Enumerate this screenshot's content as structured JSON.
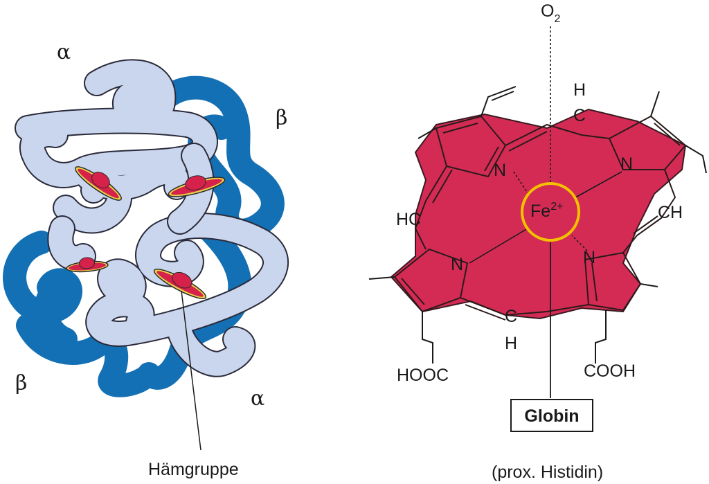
{
  "left_panel": {
    "label_alpha_top": "α",
    "label_beta_right": "β",
    "label_beta_left": "β",
    "label_alpha_bottom": "α",
    "heme_label": "Hämgruppe",
    "colors": {
      "alpha_chain": "#c9d6ee",
      "beta_chain": "#1470b4",
      "heme": "#d6224a",
      "heme_rim": "#e8d24a"
    }
  },
  "right_panel": {
    "oxygen_main": "O",
    "oxygen_sub": "2",
    "iron_main": "Fe",
    "iron_sup": "2+",
    "atoms": {
      "n_top_left": "N",
      "n_top_right": "N",
      "n_bottom_left": "N",
      "n_bottom_right": "N",
      "h_top": "H",
      "c_top": "C",
      "hc_left": "HC",
      "ch_right": "CH",
      "c_bottom": "C",
      "h_bottom": "H"
    },
    "hooc": "HOOC",
    "cooh": "COOH",
    "globin_label": "Globin",
    "histidin_label": "(prox. Histidin)",
    "colors": {
      "porphyrin": "#d42b55",
      "iron_ring": "#f2c200"
    }
  }
}
